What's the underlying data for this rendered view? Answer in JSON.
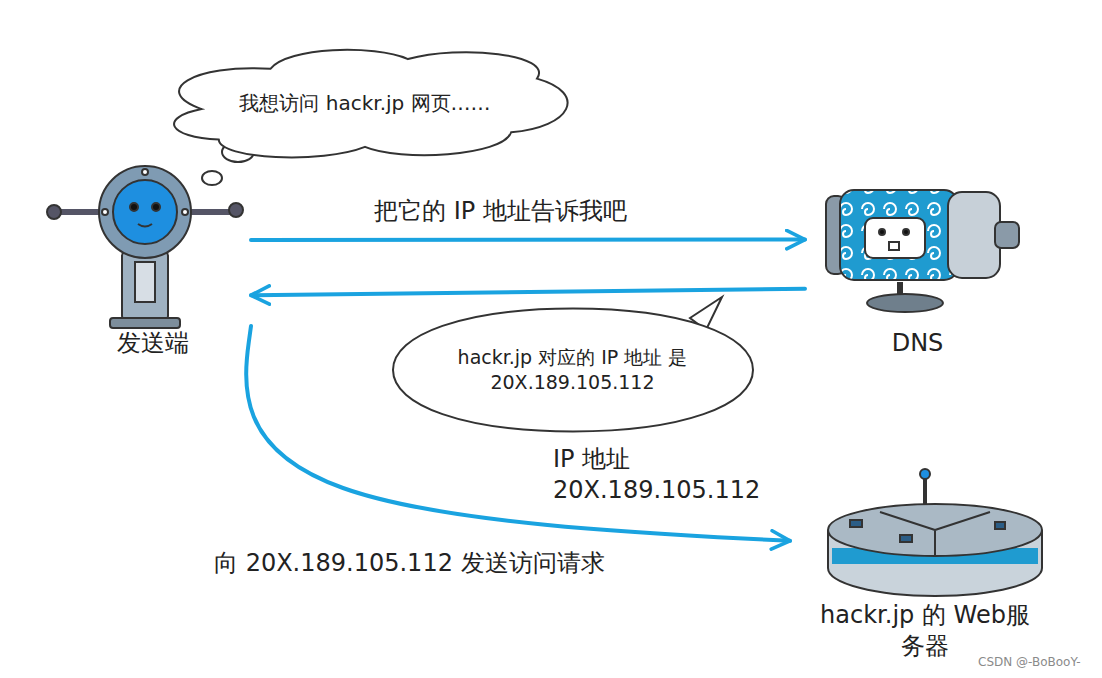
{
  "diagram": {
    "nodes": [
      {
        "text": [
          "我想访问 hackr.jp 网页……"
        ]
      },
      {
        "text": [
          "发送端"
        ]
      },
      {
        "text": [
          "DNS"
        ]
      },
      {
        "text": [
          "hackr.jp 对应的 IP 地址 是 20X.189.105.112"
        ]
      },
      {
        "text": [
          "hackr.jp 的 Web服务器"
        ]
      }
    ],
    "edges": [
      {
        "from": 1,
        "to": 2,
        "arrow": "to",
        "label": "把它的 IP 地址告诉我吧"
      },
      {
        "from": 2,
        "to": 1,
        "arrow": "to"
      },
      {
        "from": 1,
        "to": 4,
        "arrow": "to",
        "label": "向 20X.189.105.112 发送访问请求"
      }
    ],
    "labels": [
      "IP 地址 20X.189.105.112",
      "CSDN @-BoBooY-"
    ]
  }
}
